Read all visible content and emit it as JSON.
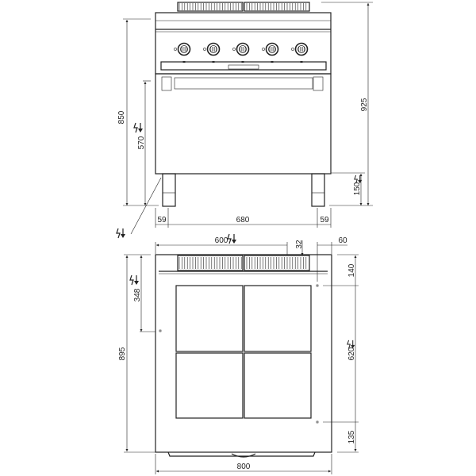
{
  "front_view": {
    "dimensions": {
      "total_height_worktop": "850",
      "total_height_overall": "925",
      "electrical_height": "570",
      "leg_height": "150",
      "left_offset": "59",
      "leg_span": "680",
      "right_offset": "59"
    },
    "knob_count": 5,
    "symbols": [
      "electrical-connection-icon"
    ]
  },
  "top_view": {
    "dimensions": {
      "electrical_x": "600",
      "flue_depth": "32",
      "right_margin": "60",
      "total_depth": "895",
      "electrical_y": "348",
      "front_hob_margin": "140",
      "hob_depth": "620",
      "rear_hob_margin": "135",
      "total_width": "800"
    },
    "hotplate_count": 4
  },
  "colors": {
    "line": "#222222",
    "background": "#ffffff"
  }
}
